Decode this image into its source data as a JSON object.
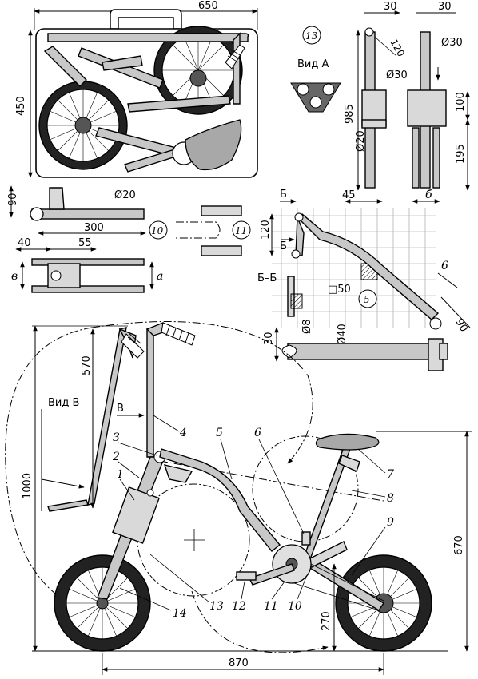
{
  "dimensions": {
    "case_width": "650",
    "case_height": "450",
    "handle_width": "30",
    "top_right_width": "30",
    "angle_120_top": "120",
    "dia_30_a": "Ø30",
    "dia_30_b": "Ø30",
    "fork_length": "985",
    "dia_20_fork": "Ø20",
    "dim_100": "100",
    "dim_195": "195",
    "dim_45": "45",
    "dim_b": "б",
    "dia_20_axle": "Ø20",
    "dim_90_left": "90",
    "dim_300": "300",
    "dim_40": "40",
    "dim_55": "55",
    "dim_v": "в",
    "dim_a": "а",
    "dim_120_mid": "120",
    "dim_6": "6",
    "dim_90_right": "90",
    "dim_square_50": "□50",
    "dia_8": "Ø8",
    "dia_40": "Ø40",
    "dim_30_bb": "30",
    "height_570": "570",
    "height_1000": "1000",
    "height_670": "670",
    "height_270": "270",
    "wheelbase_870": "870"
  },
  "labels": {
    "view_a": "Вид А",
    "view_v": "Вид В",
    "section_bb": "Б–Б",
    "b_mark_1": "Б",
    "b_mark_2": "Б",
    "v_arrow": "В",
    "circle_13": "13",
    "circle_10": "10",
    "circle_11": "11",
    "circle_5": "5"
  },
  "callouts": {
    "n1": "1",
    "n2": "2",
    "n3": "3",
    "n4": "4",
    "n5": "5",
    "n6": "6",
    "n7": "7",
    "n8": "8",
    "n9": "9",
    "n10": "10",
    "n11": "11",
    "n12": "12",
    "n13": "13",
    "n14": "14"
  }
}
